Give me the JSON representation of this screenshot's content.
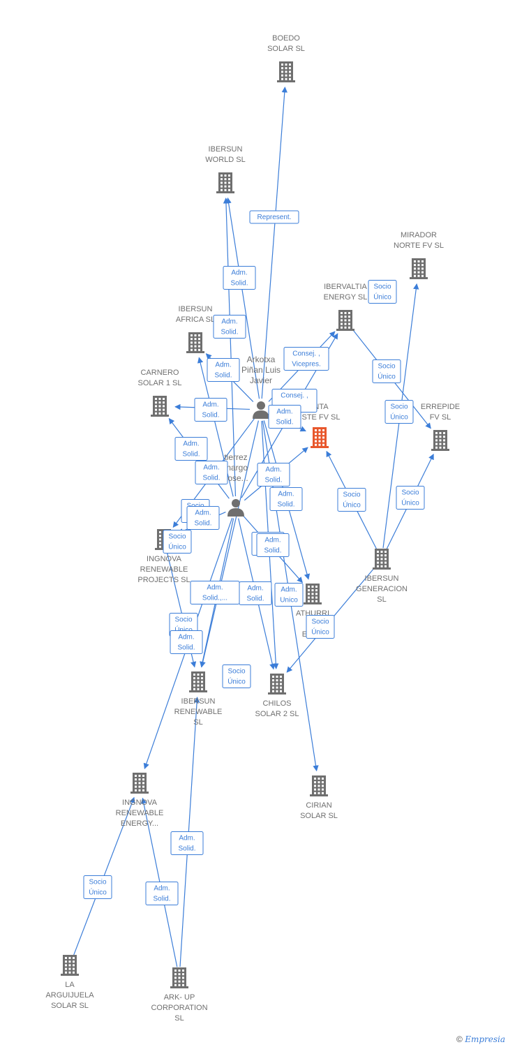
{
  "colors": {
    "company": "#6f6f6f",
    "focus": "#e8572c",
    "edge": "#3b7dd8",
    "person": "#6f6f6f"
  },
  "nodes": {
    "boedo": {
      "type": "company",
      "label": [
        "BOEDO",
        "SOLAR  SL"
      ]
    },
    "ibersun_world": {
      "type": "company",
      "label": [
        "IBERSUN",
        "WORLD  SL"
      ]
    },
    "mirador": {
      "type": "company",
      "label": [
        "MIRADOR",
        "NORTE FV  SL"
      ]
    },
    "ibervaltia": {
      "type": "company",
      "label": [
        "IBERVALTIA",
        "ENERGY  SL"
      ]
    },
    "ibersun_africa": {
      "type": "company",
      "label": [
        "IBERSUN",
        "AFRICA  SL"
      ]
    },
    "carnero": {
      "type": "company",
      "label": [
        "CARNERO",
        "SOLAR 1  SL"
      ]
    },
    "focus": {
      "type": "focus",
      "label": [
        "NTA",
        "STE FV  SL"
      ]
    },
    "errepide": {
      "type": "company",
      "label": [
        "ERREPIDE",
        "FV  SL"
      ]
    },
    "ingnova_projects": {
      "type": "company",
      "label": [
        "INGNOVA",
        "RENEWABLE",
        "PROJECTS  SL"
      ]
    },
    "ibersun_gen": {
      "type": "company",
      "label": [
        "IBERSUN",
        "GENERACION",
        "SL"
      ]
    },
    "athurri": {
      "type": "company",
      "label": [
        "ATHURRI",
        "SO",
        "ENER"
      ]
    },
    "ibersun_renewable": {
      "type": "company",
      "label": [
        "IBERSUN",
        "RENEWABLE",
        "SL"
      ]
    },
    "chilos": {
      "type": "company",
      "label": [
        "CHILOS",
        "SOLAR 2  SL"
      ]
    },
    "ingnova_energy": {
      "type": "company",
      "label": [
        "INGNOVA",
        "RENEWABLE",
        "ENERGY..."
      ]
    },
    "cirian": {
      "type": "company",
      "label": [
        "CIRIAN",
        "SOLAR  SL"
      ]
    },
    "la_arguijuela": {
      "type": "company",
      "label": [
        "LA",
        "ARGUIJUELA",
        "SOLAR  SL"
      ]
    },
    "ark_up": {
      "type": "company",
      "label": [
        "ARK- UP",
        "CORPORATION",
        "SL"
      ]
    },
    "arkotxa": {
      "type": "person",
      "label": [
        "Arkotxa",
        "Piñan Luis",
        "Javier"
      ]
    },
    "gutierrez": {
      "type": "person",
      "label": [
        "tierrez",
        "margo",
        "Jose..."
      ]
    }
  },
  "edges": [
    {
      "from": "arkotxa",
      "to": "boedo"
    },
    {
      "from": "arkotxa",
      "to": "ibersun_world"
    },
    {
      "from": "gutierrez",
      "to": "ibersun_world"
    },
    {
      "from": "arkotxa",
      "to": "ibervaltia"
    },
    {
      "from": "gutierrez",
      "to": "ibervaltia"
    },
    {
      "from": "arkotxa",
      "to": "ibersun_africa"
    },
    {
      "from": "gutierrez",
      "to": "ibersun_africa"
    },
    {
      "from": "arkotxa",
      "to": "carnero"
    },
    {
      "from": "gutierrez",
      "to": "carnero"
    },
    {
      "from": "arkotxa",
      "to": "focus"
    },
    {
      "from": "gutierrez",
      "to": "focus"
    },
    {
      "from": "arkotxa",
      "to": "ingnova_projects"
    },
    {
      "from": "gutierrez",
      "to": "ingnova_projects"
    },
    {
      "from": "arkotxa",
      "to": "athurri"
    },
    {
      "from": "gutierrez",
      "to": "athurri"
    },
    {
      "from": "arkotxa",
      "to": "chilos"
    },
    {
      "from": "gutierrez",
      "to": "chilos"
    },
    {
      "from": "arkotxa",
      "to": "cirian"
    },
    {
      "from": "arkotxa",
      "to": "ibersun_renewable"
    },
    {
      "from": "gutierrez",
      "to": "ibersun_renewable"
    },
    {
      "from": "gutierrez",
      "to": "ingnova_energy"
    },
    {
      "from": "ibervaltia",
      "to": "errepide"
    },
    {
      "from": "ibersun_gen",
      "to": "mirador"
    },
    {
      "from": "ibersun_gen",
      "to": "errepide"
    },
    {
      "from": "ibersun_gen",
      "to": "focus"
    },
    {
      "from": "ibersun_gen",
      "to": "chilos"
    },
    {
      "from": "ingnova_projects",
      "to": "ibersun_renewable"
    },
    {
      "from": "la_arguijuela",
      "to": "ingnova_energy"
    },
    {
      "from": "ark_up",
      "to": "ingnova_energy"
    },
    {
      "from": "ark_up",
      "to": "ibersun_renewable"
    }
  ],
  "edge_labels": [
    {
      "lines": [
        "Represent."
      ]
    },
    {
      "lines": [
        "Adm.",
        "Solid."
      ]
    },
    {
      "lines": [
        "Adm.",
        "Solid."
      ]
    },
    {
      "lines": [
        "Socio",
        "Único"
      ]
    },
    {
      "lines": [
        "Adm.",
        "Solid."
      ]
    },
    {
      "lines": [
        "Consej. ,",
        "Vicepres."
      ]
    },
    {
      "lines": [
        "Socio",
        "Único"
      ]
    },
    {
      "lines": [
        "Adm.",
        "Solid."
      ]
    },
    {
      "lines": [
        "Consej. ,",
        "..."
      ]
    },
    {
      "lines": [
        "Adm.",
        "Solid."
      ]
    },
    {
      "lines": [
        "Socio",
        "Único"
      ]
    },
    {
      "lines": [
        "Adm.",
        "Solid."
      ]
    },
    {
      "lines": [
        "Adm.",
        "Solid."
      ]
    },
    {
      "lines": [
        "Adm.",
        "Solid."
      ]
    },
    {
      "lines": [
        "Socio",
        "Único"
      ]
    },
    {
      "lines": [
        "Adm.",
        "Solid."
      ]
    },
    {
      "lines": [
        "Socio",
        "Único"
      ]
    },
    {
      "lines": [
        "Socio",
        "Único"
      ]
    },
    {
      "lines": [
        "Adm.",
        "Solid."
      ]
    },
    {
      "lines": [
        "Adm.",
        "Solid."
      ]
    },
    {
      "lines": [
        "Socio",
        "Único"
      ]
    },
    {
      "lines": [
        "Adm.",
        "Solid.,..."
      ]
    },
    {
      "lines": [
        "Adm.",
        "Solid."
      ]
    },
    {
      "lines": [
        "Adm.",
        "Unico"
      ]
    },
    {
      "lines": [
        "Socio",
        "Único"
      ]
    },
    {
      "lines": [
        "Socio",
        "Único"
      ]
    },
    {
      "lines": [
        "Adm.",
        "Solid."
      ]
    },
    {
      "lines": [
        "Socio",
        "Único"
      ]
    },
    {
      "lines": [
        "Adm.",
        "Solid."
      ]
    },
    {
      "lines": [
        "Adm.",
        "Solid."
      ]
    },
    {
      "lines": [
        "Socio",
        "Único"
      ]
    },
    {
      "lines": [
        "Adm.",
        "Solid."
      ]
    }
  ],
  "footer": {
    "copyright": "©",
    "brand": "Empresia"
  }
}
